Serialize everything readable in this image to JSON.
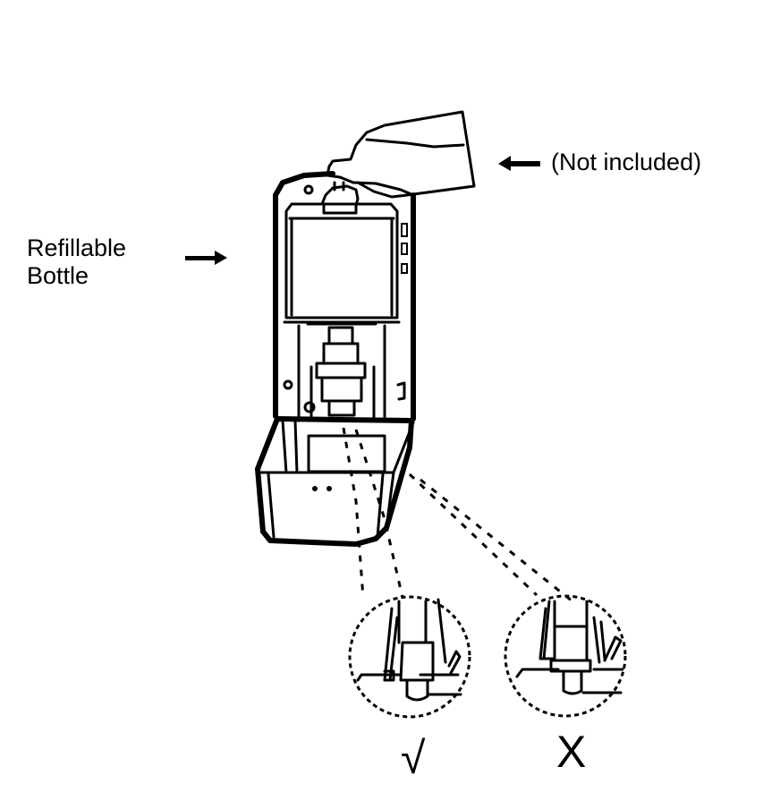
{
  "labels": {
    "refillable_bottle": "Refillable\nBottle",
    "refillable_line1": "Refillable",
    "refillable_line2": "Bottle",
    "not_included": "(Not included)",
    "correct_mark": "√",
    "incorrect_mark": "X"
  },
  "callouts": [
    {
      "name": "correct-installation-detail",
      "verdict": "correct"
    },
    {
      "name": "incorrect-installation-detail",
      "verdict": "incorrect"
    }
  ],
  "colors": {
    "ink": "#000000",
    "background": "#ffffff"
  }
}
